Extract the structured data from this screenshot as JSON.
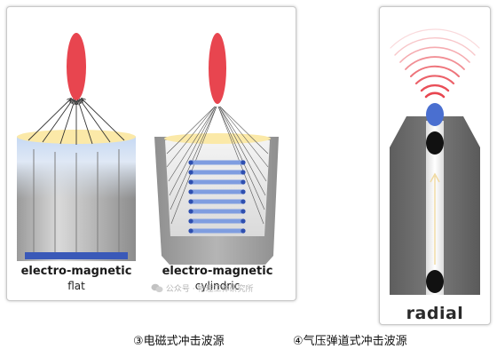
{
  "panels": {
    "left": {
      "flat": {
        "title": "electro-magnetic",
        "subtitle": "flat"
      },
      "cylindric": {
        "title": "electro-magnetic",
        "subtitle": "cylindric"
      },
      "watermark": {
        "icon": "wechat-icon",
        "text": "公众号 · 物理工体研究所"
      }
    },
    "right": {
      "title": "radial"
    }
  },
  "captions": {
    "left": "③电磁式冲击波源",
    "right": "④气压弹道式冲击波源"
  },
  "colors": {
    "focus_red": "#e8454f",
    "wave_red": "#e8454f",
    "beam_yellow": "#fbe9a8",
    "plate_blue": "#3a59b8",
    "coil_blue": "#6f8fd8",
    "metal_dark": "#6d6d6d",
    "metal_light": "#d6d6d6",
    "projectile_blue": "#4a6fd0"
  }
}
